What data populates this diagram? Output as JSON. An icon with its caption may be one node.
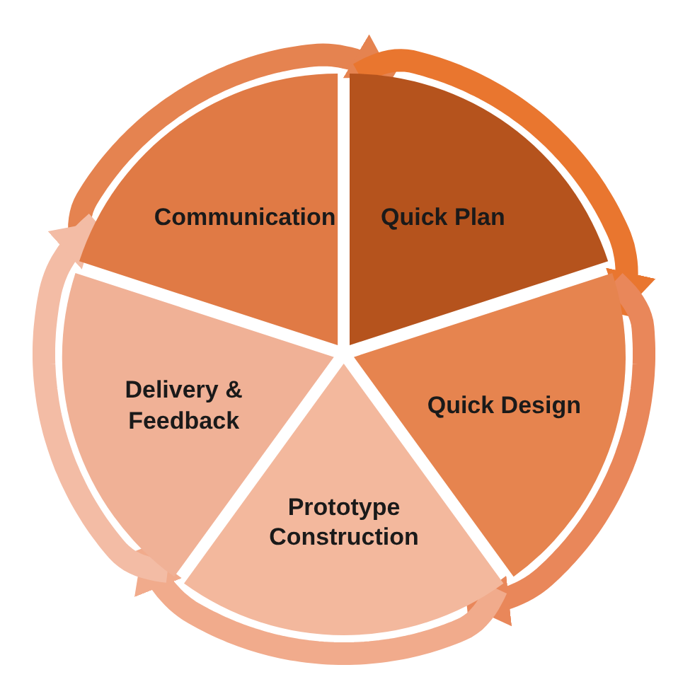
{
  "diagram": {
    "nodes": [
      {
        "text": [
          "Communication"
        ]
      },
      {
        "text": [
          "Quick Plan"
        ]
      },
      {
        "text": [
          "Quick Design"
        ]
      },
      {
        "text": [
          "Prototype Construction"
        ]
      },
      {
        "text": [
          "Delivery & Feedback"
        ]
      }
    ],
    "edges": [
      {
        "from": 0,
        "to": 1,
        "arrow": "to"
      },
      {
        "from": 1,
        "to": 2,
        "arrow": "to"
      },
      {
        "from": 2,
        "to": 3,
        "arrow": "to"
      },
      {
        "from": 3,
        "to": 4,
        "arrow": "to"
      },
      {
        "from": 4,
        "to": 0,
        "arrow": "to"
      }
    ]
  }
}
